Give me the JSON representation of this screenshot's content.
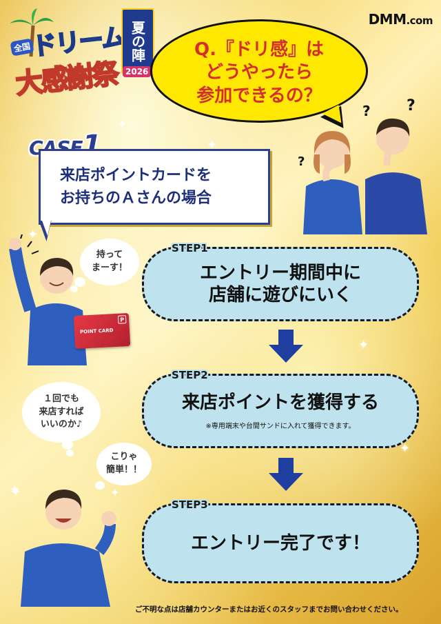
{
  "logo": {
    "badge": "全国",
    "main": "ドリーム",
    "sub": "大感謝祭",
    "banner": "夏の陣",
    "year": "2026"
  },
  "brand": {
    "name": "DMM",
    "suffix": ".com"
  },
  "question": {
    "line1": "Q.『ドリ感』は",
    "line2": "どうやったら",
    "line3": "参加できるの？"
  },
  "case": {
    "label": "CASE",
    "number": "1",
    "line1": "来店ポイントカードを",
    "line2": "お持ちのＡさんの場合"
  },
  "bubbles": {
    "having": {
      "line1": "持って",
      "line2": "まーす！"
    },
    "easy_question": {
      "line1": "１回でも",
      "line2": "来店すれば",
      "line3": "いいのか♪"
    },
    "easy": {
      "line1": "こりゃ",
      "line2": "簡単！！"
    }
  },
  "card": {
    "label": "POINT CARD",
    "mark": "P"
  },
  "steps": [
    {
      "label": "STEP1",
      "line1": "エントリー期間中に",
      "line2": "店舗に遊びにいく",
      "note": ""
    },
    {
      "label": "STEP2",
      "line1": "来店ポイントを獲得する",
      "line2": "",
      "note": "※専用端末や台間サンドに入れて獲得できます。"
    },
    {
      "label": "STEP3",
      "line1": "エントリー完了です！",
      "line2": "",
      "note": ""
    }
  ],
  "footer": "ご不明な点は店舗カウンターまたはお近くのスタッフまでお問い合わせください。",
  "colors": {
    "navy": "#2b3f8e",
    "yellow": "#ffe800",
    "red": "#d32f2f",
    "step_bg": "#bfe3ee",
    "arrow": "#1f3fa0"
  }
}
